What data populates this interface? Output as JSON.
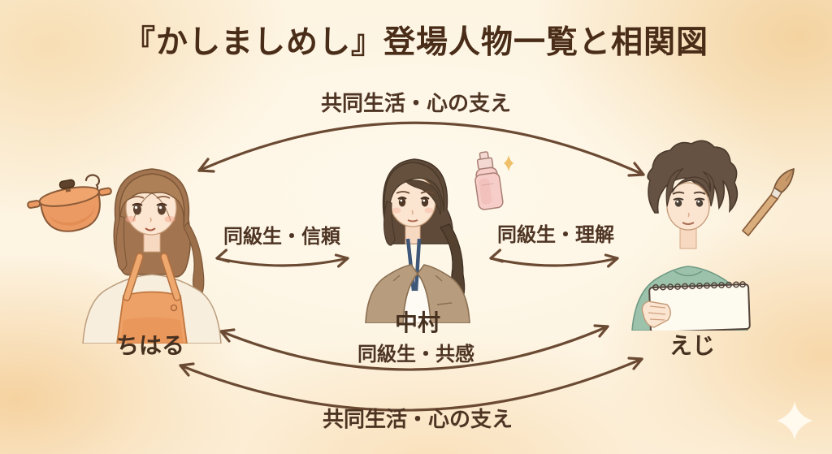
{
  "title": "『かしましめし』登場人物一覧と相関図",
  "palette": {
    "background": "#fdf4e2",
    "watercolor_wash": "#f4d3a6",
    "title_text": "#4a2d18",
    "label_text": "#4e3423",
    "arrow": "#6b4a33",
    "apron_orange": "#eda167",
    "blazer_taupe": "#b89c7e",
    "shirt_green": "#9cc2ac",
    "pot_orange": "#ec9a63",
    "bottle_pink": "#f6cdc9"
  },
  "characters": [
    {
      "name": "ちはる",
      "icon": "cooking-pot-icon"
    },
    {
      "name": "中村",
      "icon": "cosmetic-bottle-icon"
    },
    {
      "name": "えじ",
      "icon": "paintbrush-icon"
    }
  ],
  "relationships": [
    {
      "position": "top-arc",
      "from": "ちはる",
      "to": "えじ",
      "label": "共同生活・心の支え"
    },
    {
      "position": "middle-left",
      "from": "ちはる",
      "to": "中村",
      "label": "同級生・信頼"
    },
    {
      "position": "middle-right",
      "from": "中村",
      "to": "えじ",
      "label": "同級生・理解"
    },
    {
      "position": "bottom-inner-arc",
      "from": "ちはる",
      "to": "えじ",
      "label": "同級生・共感"
    },
    {
      "position": "bottom-outer-arc",
      "from": "ちはる",
      "to": "えじ",
      "label": "共同生活・心の支え"
    }
  ],
  "decorations": [
    {
      "icon": "steam-icon"
    },
    {
      "icon": "gold-sparkle-icon"
    },
    {
      "icon": "white-sparkle-icon"
    }
  ]
}
